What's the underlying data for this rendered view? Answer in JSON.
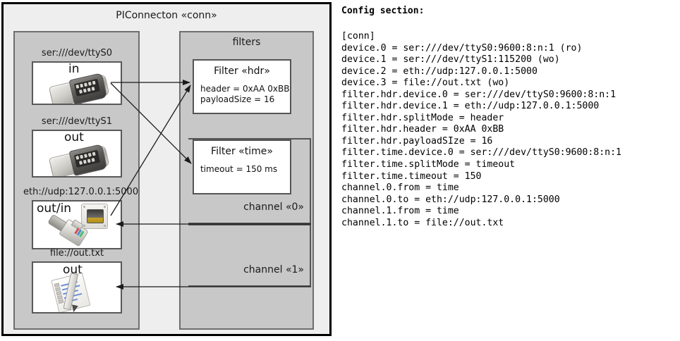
{
  "diagram": {
    "title": "PIConnecton «conn»",
    "devices_panel": {
      "groups": [
        {
          "label": "ser:///dev/ttyS0",
          "direction": "in",
          "icon": "serial-connector-icon"
        },
        {
          "label": "ser:///dev/ttyS1",
          "direction": "out",
          "icon": "serial-connector-icon"
        },
        {
          "label": "eth://udp:127.0.0.1:5000",
          "direction": "out/in",
          "icon": "ethernet-connector-icon"
        },
        {
          "label": "file://out.txt",
          "direction": "out",
          "icon": "text-file-icon"
        }
      ]
    },
    "filters_panel": {
      "title": "filters",
      "filters": [
        {
          "title": "Filter «hdr»",
          "attrs": [
            "header = 0xAA 0xBB",
            "payloadSize = 16"
          ]
        },
        {
          "title": "Filter «time»",
          "attrs": [
            "timeout = 150 ms"
          ]
        }
      ],
      "channels": [
        {
          "label": "channel «0»"
        },
        {
          "label": "channel «1»"
        }
      ]
    }
  },
  "config": {
    "heading": "Config section:",
    "lines": "[conn]\ndevice.0 = ser:///dev/ttyS0:9600:8:n:1 (ro)\ndevice.1 = ser:///dev/ttyS1:115200 (wo)\ndevice.2 = eth://udp:127.0.0.1:5000\ndevice.3 = file://out.txt (wo)\nfilter.hdr.device.0 = ser:///dev/ttyS0:9600:8:n:1\nfilter.hdr.device.1 = eth://udp:127.0.0.1:5000\nfilter.hdr.splitMode = header\nfilter.hdr.header = 0xAA 0xBB\nfilter.hdr.payloadSIze = 16\nfilter.time.device.0 = ser:///dev/ttyS0:9600:8:n:1\nfilter.time.splitMode = timeout\nfilter.time.timeout = 150\nchannel.0.from = time\nchannel.0.to = eth://udp:127.0.0.1:5000\nchannel.1.from = time\nchannel.1.to = file://out.txt"
  },
  "colors": {
    "outer_border": "#000000",
    "diagram_bg": "#eeeeee",
    "panel_bg": "#c8c8c8",
    "panel_border": "#6e6e6e",
    "box_bg": "#ffffff",
    "box_border": "#555555",
    "edge": "#1a1a1a"
  }
}
